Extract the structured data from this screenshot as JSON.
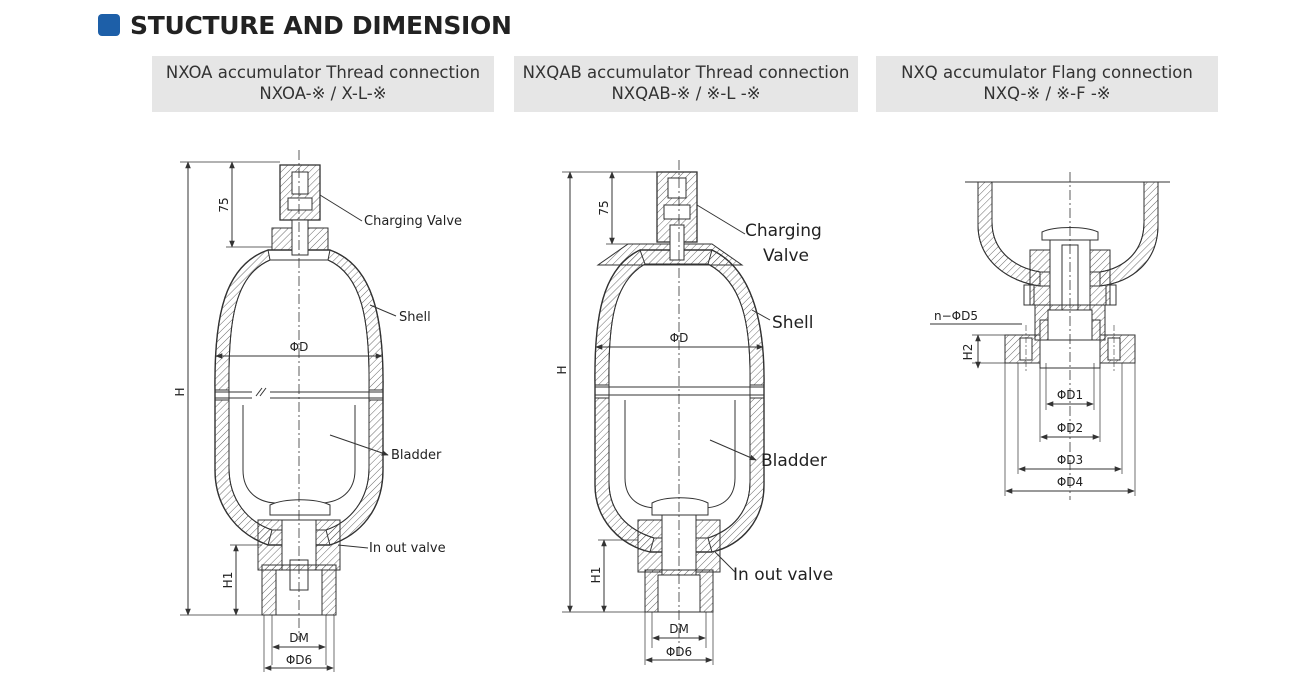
{
  "header": {
    "title": "STUCTURE AND DIMENSION"
  },
  "captions": [
    {
      "line1": "NXOA accumulator Thread connection",
      "line2": "NXOA-※ / X-L-※"
    },
    {
      "line1": "NXQAB accumulator Thread connection",
      "line2": "NXQAB-※ / ※-L -※"
    },
    {
      "line1": "NXQ accumulator Flang connection",
      "line2": "NXQ-※ / ※-F -※"
    }
  ],
  "diagram1": {
    "dim_75": "75",
    "dim_H": "H",
    "dim_H1": "H1",
    "dim_D": "ΦD",
    "dim_DM": "DM",
    "dim_D6": "ΦD6",
    "label_charging": "Charging Valve",
    "label_shell": "Shell",
    "label_bladder": "Bladder",
    "label_inout": "In out valve"
  },
  "diagram2": {
    "dim_75": "75",
    "dim_H": "H",
    "dim_H1": "H1",
    "dim_D": "ΦD",
    "dim_DM": "DM",
    "dim_D6": "ΦD6",
    "label_charging_1": "Charging",
    "label_charging_2": "Valve",
    "label_shell": "Shell",
    "label_bladder": "Bladder",
    "label_inout": "In out valve"
  },
  "diagram3": {
    "dim_nD5": "n−ΦD5",
    "dim_H2": "H2",
    "dim_D1": "ΦD1",
    "dim_D2": "ΦD2",
    "dim_D3": "ΦD3",
    "dim_D4": "ΦD4"
  }
}
